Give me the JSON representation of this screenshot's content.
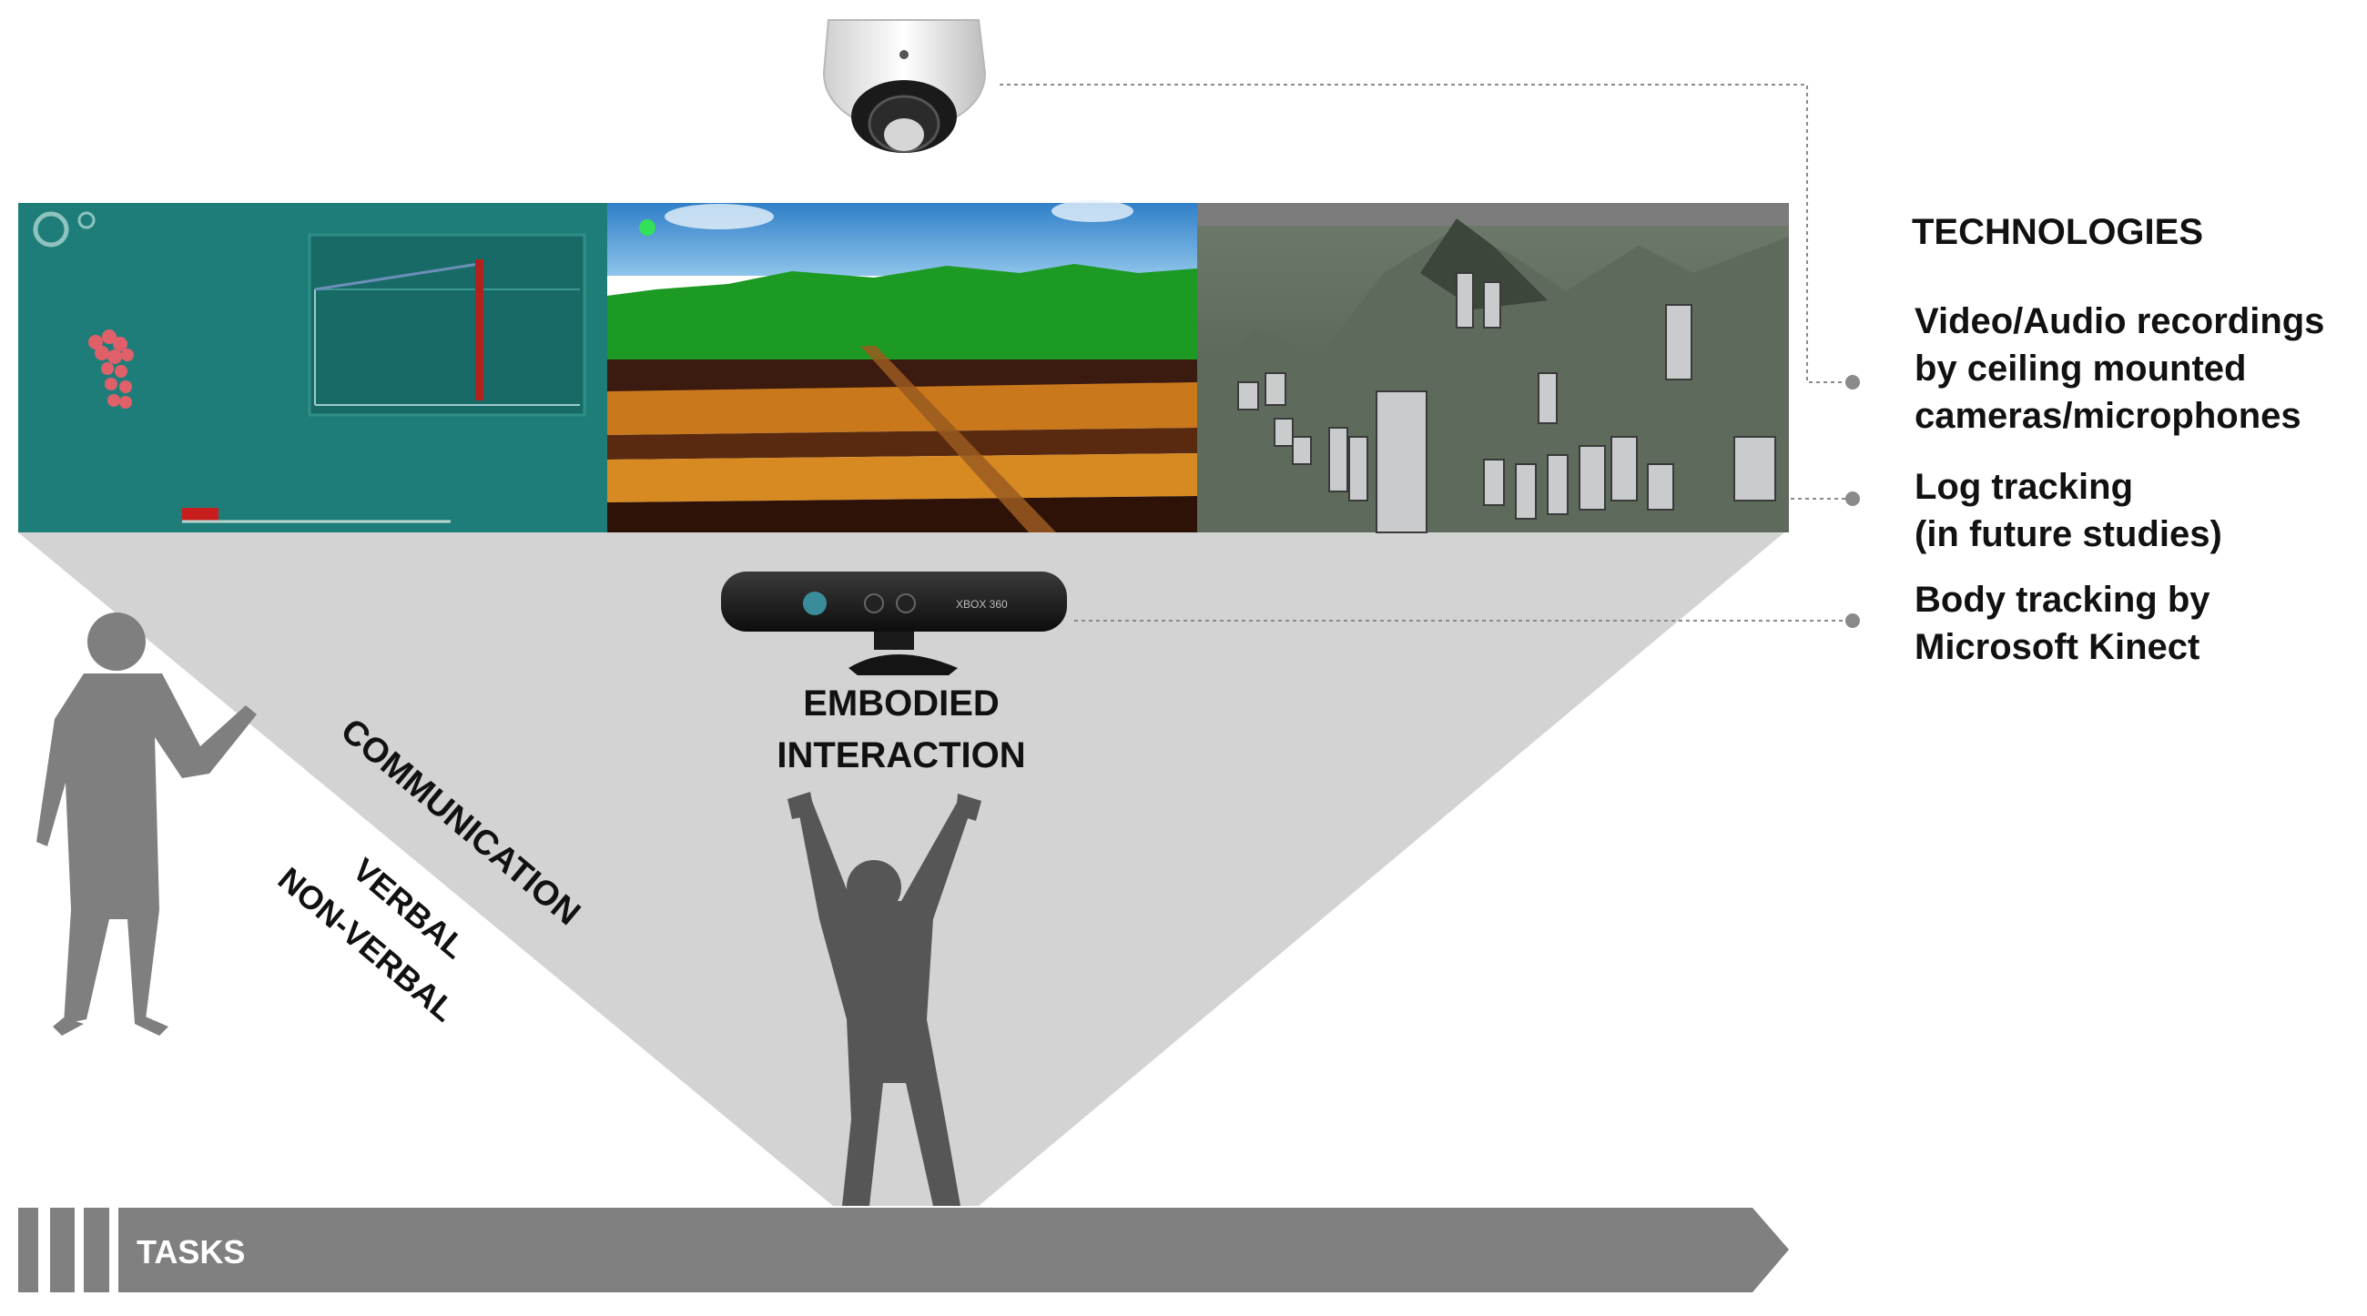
{
  "technologies": {
    "heading": "TECHNOLOGIES",
    "items": [
      {
        "line1": "Video/Audio recordings",
        "line2": "by ceiling mounted",
        "line3": "cameras/microphones"
      },
      {
        "line1": "Log tracking",
        "line2": "(in future studies)"
      },
      {
        "line1": "Body tracking by",
        "line2": "Microsoft Kinect"
      }
    ]
  },
  "embodied": {
    "line1": "EMBODIED",
    "line2": "INTERACTION"
  },
  "communication": {
    "label": "COMMUNICATION",
    "verbal": "VERBAL",
    "nonverbal": "NON-VERBAL"
  },
  "tasks": {
    "label": "TASKS"
  },
  "kinect": {
    "brand": "XBOX 360"
  },
  "colors": {
    "cone": "#d4d3d3",
    "silhouette": "#7f7f7f",
    "silhouette_dark": "#565656",
    "tasks_bar": "#808080",
    "leader_line": "#8a8a8a",
    "panel_teal": "#1e7d78",
    "panel_sky": "#3f8fd0",
    "panel_terrain": "#5a6658"
  }
}
